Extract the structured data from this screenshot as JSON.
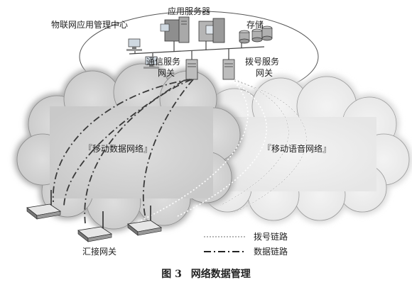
{
  "labels": {
    "app_server": "应用服务器",
    "iot_center": "物联网应用管理中心",
    "storage": "存储",
    "comm_gateway_line1": "通信服务",
    "comm_gateway_line2": "网关",
    "dial_gateway_line1": "拨号服务",
    "dial_gateway_line2": "网关",
    "mobile_data_network": "『移动数据网络』",
    "mobile_voice_network": "『移动语音网络』",
    "aggregation_gateway": "汇接网关"
  },
  "legend": {
    "dial_link": "拨号链路",
    "data_link": "数据链路"
  },
  "caption": {
    "number": "图 3",
    "title": "网络数据管理"
  }
}
